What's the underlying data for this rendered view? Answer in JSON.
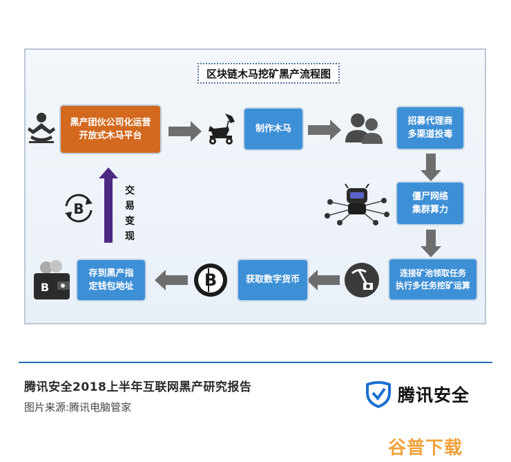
{
  "diagram": {
    "title": "区块链木马挖矿黑产流程图",
    "nodes": {
      "gang": [
        "黑产团伙公司化运营",
        "开放式木马平台"
      ],
      "trojan": [
        "制作木马"
      ],
      "recruit": [
        "招募代理商",
        "多渠道投毒"
      ],
      "botnet": [
        "僵尸网络",
        "集群算力"
      ],
      "pool": [
        "连接矿池领取任务",
        "执行多任务挖矿运算"
      ],
      "coin": [
        "获取数字货币"
      ],
      "wallet": [
        "存到黑产指",
        "定钱包地址"
      ]
    },
    "cashout_label": "交易变现",
    "icons": {
      "person": "meditating-person-icon",
      "horse": "trojan-horse-icon",
      "users": "two-users-icon",
      "robot": "botnet-robot-icon",
      "miner": "mining-pickaxe-icon",
      "bitcoin": "bitcoin-icon",
      "bitcoin_cycle": "bitcoin-exchange-icon",
      "wallet": "wallet-icon"
    },
    "colors": {
      "orange": "#d2691e",
      "blue": "#3d8fd6",
      "arrow": "#6e6e6e",
      "cashout": "#4b2a82"
    }
  },
  "footer": {
    "report_title": "腾讯安全2018上半年互联网黑产研究报告",
    "caption": "图片来源:腾讯电脑管家",
    "brand": "腾讯安全",
    "watermark": "谷普下载"
  }
}
